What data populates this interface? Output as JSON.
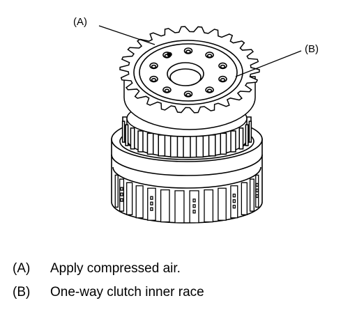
{
  "diagram": {
    "callouts": [
      {
        "key": "(A)"
      },
      {
        "key": "(B)"
      }
    ]
  },
  "legend": [
    {
      "key": "(A)",
      "text": "Apply compressed air."
    },
    {
      "key": "(B)",
      "text": "One-way clutch inner race"
    }
  ],
  "colors": {
    "line": "#000000",
    "background": "#ffffff"
  }
}
